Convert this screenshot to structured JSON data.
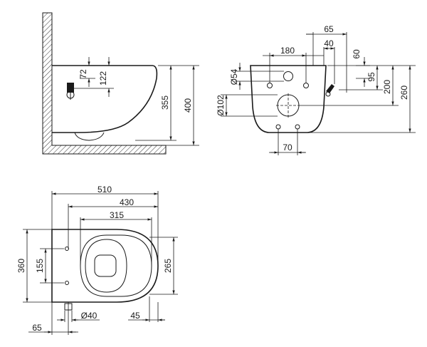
{
  "side_view": {
    "dims": {
      "d72": "72",
      "d122": "122",
      "d355": "355",
      "d400": "400"
    }
  },
  "rear_view": {
    "dims": {
      "d65": "65",
      "d40": "40",
      "d180": "180",
      "d60": "60",
      "d54": "Ø54",
      "d95": "95",
      "d200": "200",
      "d260": "260",
      "d102": "Ø102",
      "d70": "70"
    }
  },
  "top_view": {
    "dims": {
      "d510": "510",
      "d430": "430",
      "d315": "315",
      "d360": "360",
      "d155": "155",
      "d265": "265",
      "d40": "Ø40",
      "d45": "45",
      "d65": "65"
    }
  }
}
